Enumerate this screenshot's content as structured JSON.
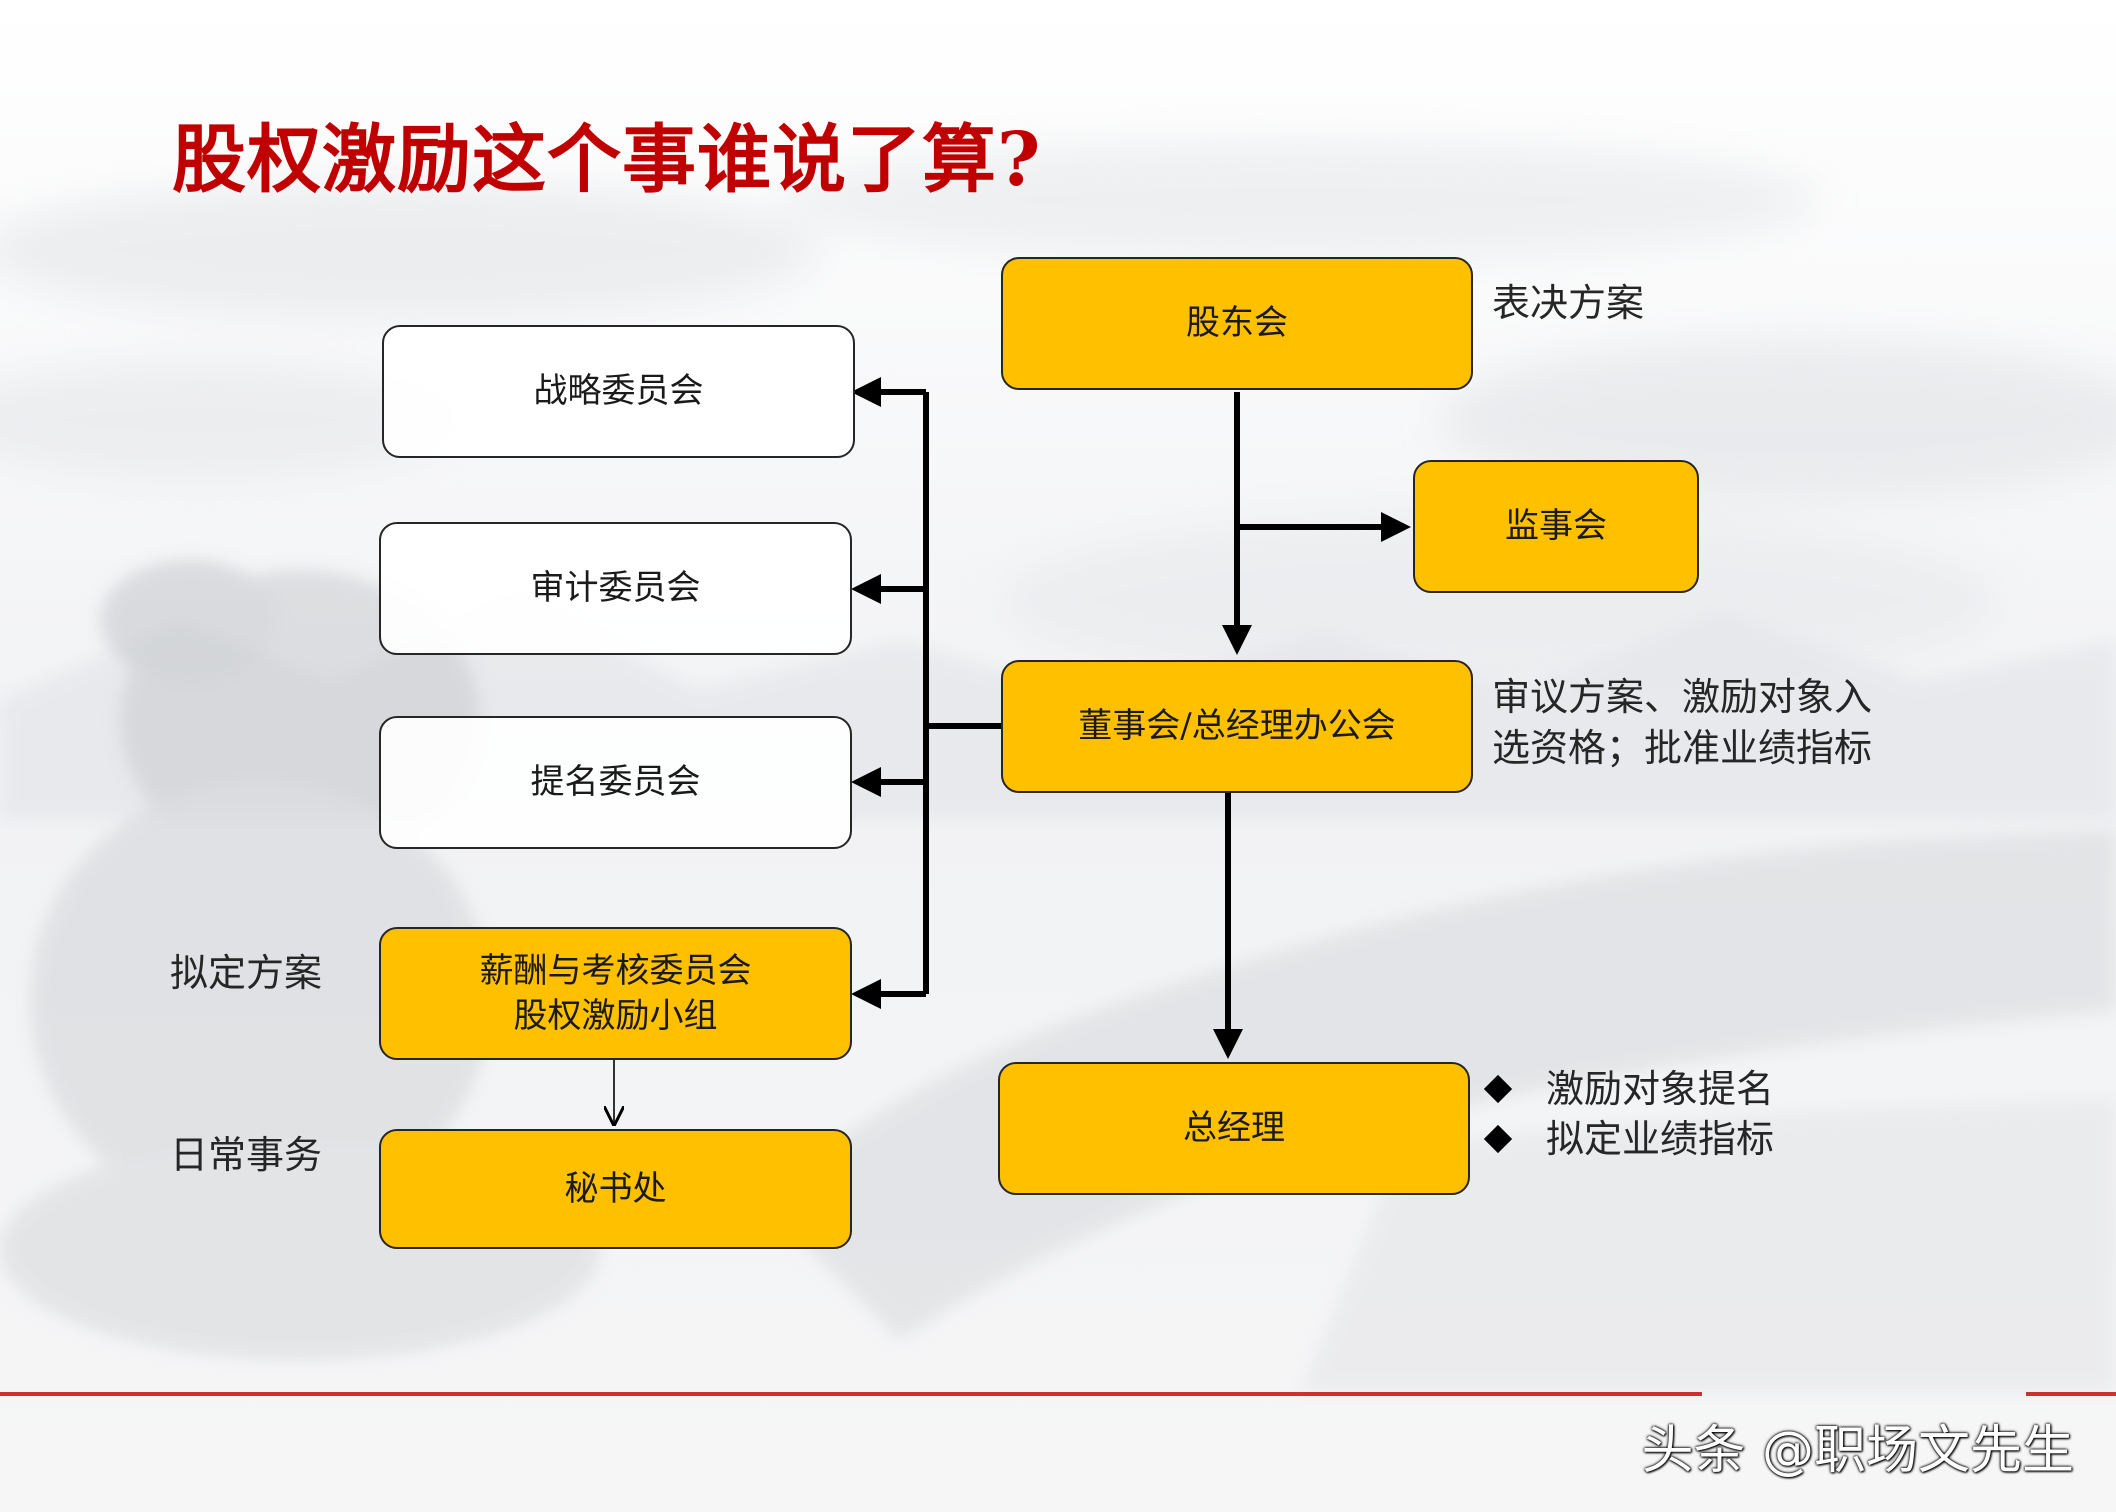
{
  "title": "股权激励这个事谁说了算?",
  "nodes": {
    "shareholders": "股东会",
    "strategy": "战略委员会",
    "audit": "审计委员会",
    "nomination": "提名委员会",
    "supervisors": "监事会",
    "board": "董事会/总经理办公会",
    "compensation_line1": "薪酬与考核委员会",
    "compensation_line2": "股权激励小组",
    "secretariat": "秘书处",
    "gm": "总经理"
  },
  "notes": {
    "shareholders": "表决方案",
    "board_line1": "审议方案、激励对象入",
    "board_line2": "选资格；批准业绩指标",
    "compensation": "拟定方案",
    "secretariat": "日常事务",
    "gm_bullets": [
      "激励对象提名",
      "拟定业绩指标"
    ]
  },
  "watermark": "头条 @职场文先生",
  "colors": {
    "title": "#c00000",
    "node_fill": "#ffc000",
    "accent_line": "#c83232"
  }
}
